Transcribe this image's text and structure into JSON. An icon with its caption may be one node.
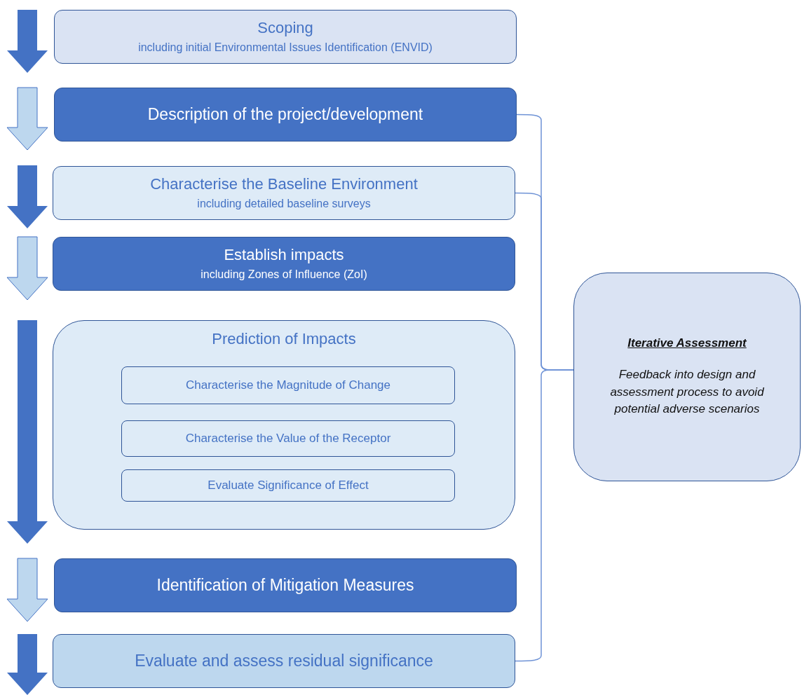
{
  "diagram": {
    "nodes": [
      {
        "text": [
          "Scoping",
          "including initial Environmental Issues Identification (ENVID)"
        ]
      },
      {
        "text": [
          "Description of the project/development"
        ]
      },
      {
        "text": [
          "Characterise the Baseline Environment",
          "including detailed baseline surveys"
        ]
      },
      {
        "text": [
          "Establish impacts",
          "including Zones of Influence (ZoI)"
        ]
      },
      {
        "text": [
          "Prediction of Impacts"
        ]
      },
      {
        "text": [
          "Characterise the Magnitude of Change"
        ],
        "in": 4
      },
      {
        "text": [
          "Characterise the Value of the Receptor"
        ],
        "in": 4
      },
      {
        "text": [
          "Evaluate Significance of Effect"
        ],
        "in": 4
      },
      {
        "text": [
          "Identification of Mitigation Measures"
        ]
      },
      {
        "text": [
          "Evaluate and assess residual significance"
        ]
      },
      {
        "text": [
          "Iterative Assessment",
          "Feedback into design and assessment process to avoid potential adverse scenarios"
        ]
      }
    ],
    "edges": [
      {
        "from": 1,
        "to": 10,
        "arrow": "none"
      },
      {
        "from": 2,
        "to": 10,
        "arrow": "none"
      },
      {
        "from": 9,
        "to": 10,
        "arrow": "none"
      }
    ]
  }
}
